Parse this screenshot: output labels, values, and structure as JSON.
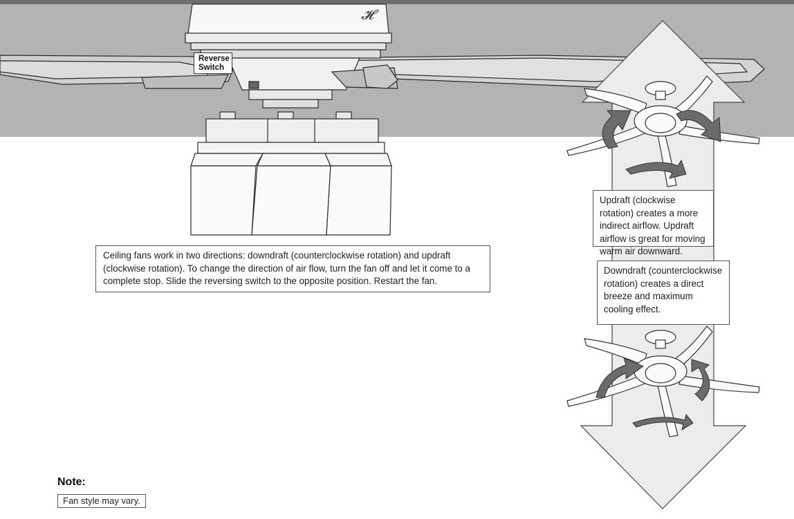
{
  "reverse_switch_label": {
    "line1": "Reverse",
    "line2": "Switch"
  },
  "main_instruction": "Ceiling fans work in two directions: downdraft (counterclockwise rotation) and updraft (clockwise rotation). To change the direction of air flow, turn the fan off and let it come to a complete stop. Slide the reversing switch to the opposite position. Restart the fan.",
  "updraft_caption": "Updraft (clockwise rotation) creates a more indirect airflow. Updraft airflow is great for moving warm air downward.",
  "downdraft_caption": "Downdraft (counterclockwise rotation) creates a direct breeze and maximum cooling effect.",
  "note": {
    "heading": "Note:",
    "text": "Fan style may vary."
  },
  "colors": {
    "ceiling": "#b3b3b5",
    "header_bar": "#6e6e70",
    "arrow_fill": "#ececec",
    "rotation_arrow": "#6b6b6b"
  },
  "icons": {
    "brand_logo": "hunter-logo-icon",
    "up_arrow": "updraft-arrow-icon",
    "down_arrow": "downdraft-arrow-icon"
  }
}
